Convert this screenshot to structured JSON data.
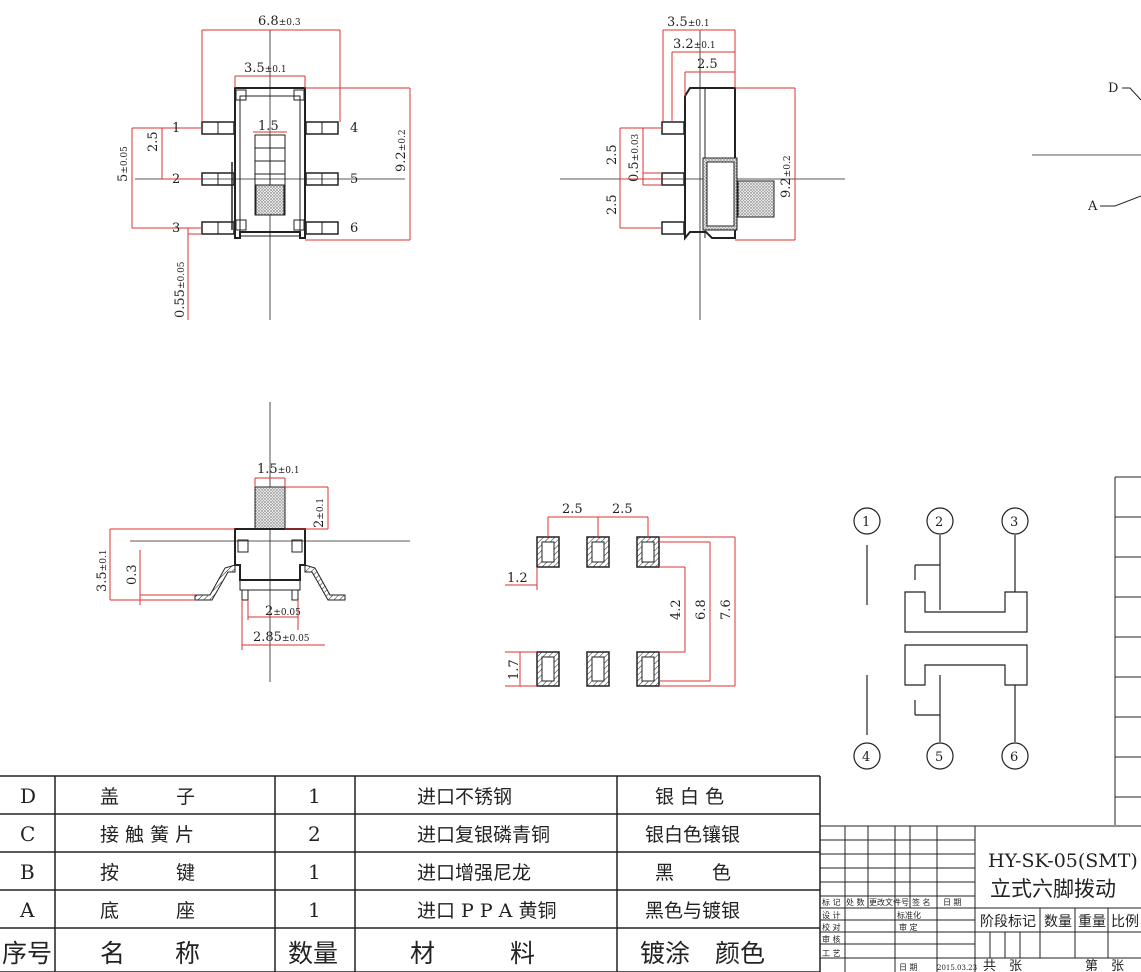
{
  "drawing": {
    "top_view": {
      "dim_width": "6.8",
      "dim_width_tol": "±0.3",
      "dim_inner": "3.5",
      "dim_inner_tol": "±0.1",
      "dim_knob": "1.5",
      "dim_pitch": "2.5",
      "dim_span": "5",
      "dim_span_tol": "±0.05",
      "dim_height": "9.2",
      "dim_height_tol": "±0.2",
      "dim_thick": "0.55",
      "dim_thick_tol": "±0.05",
      "pins_left": [
        "1",
        "2",
        "3"
      ],
      "pins_right": [
        "4",
        "5",
        "6"
      ]
    },
    "side_view": {
      "dim_a": "3.5",
      "dim_a_tol": "±0.1",
      "dim_b": "3.2",
      "dim_b_tol": "±0.1",
      "dim_c": "2.5",
      "dim_pitch1": "2.5",
      "dim_gap": "0.5",
      "dim_gap_tol": "±0.03",
      "dim_pitch2": "2.5",
      "dim_height": "9.2",
      "dim_height_tol": "±0.2"
    },
    "front_view": {
      "dim_knob_w": "1.5",
      "dim_knob_w_tol": "±0.1",
      "dim_knob_h": "2",
      "dim_knob_h_tol": "±0.1",
      "dim_height": "3.5",
      "dim_height_tol": "±0.1",
      "dim_lead": "0.3",
      "dim_foot": "2",
      "dim_foot_tol": "±0.05",
      "dim_foot2": "2.85",
      "dim_foot2_tol": "±0.05"
    },
    "pad_layout": {
      "dim_pitch_a": "2.5",
      "dim_pitch_b": "2.5",
      "dim_pad_w": "1.2",
      "dim_pad_h": "1.7",
      "dim_inner": "4.2",
      "dim_mid": "6.8",
      "dim_outer": "7.6"
    },
    "schematic": {
      "pins_top": [
        "1",
        "2",
        "3"
      ],
      "pins_bottom": [
        "4",
        "5",
        "6"
      ]
    },
    "callouts": [
      "D",
      "A"
    ]
  },
  "bom": {
    "rows": [
      {
        "id": "D",
        "name": "盖　　　子",
        "qty": "1",
        "material": "进口不锈钢",
        "finish": "银 白 色"
      },
      {
        "id": "C",
        "name": "接 触 簧 片",
        "qty": "2",
        "material": "进口复银磷青铜",
        "finish": "银白色镶银"
      },
      {
        "id": "B",
        "name": "按　　　键",
        "qty": "1",
        "material": "进口增强尼龙",
        "finish": "黑　　色"
      },
      {
        "id": "A",
        "name": "底　　　座",
        "qty": "1",
        "material": "进口 P P A 黄铜",
        "finish": "黑色与镀银"
      }
    ],
    "header": {
      "id": "序号",
      "name": "名　　称",
      "qty": "数量",
      "material": "材　　　料",
      "finish": "镀涂　颜色"
    }
  },
  "title_block": {
    "part_no": "HY-SK-05(SMT)",
    "part_name": "立式六脚拨动",
    "labels": {
      "mark": "标 记",
      "place": "处 数",
      "doc": "更改文件号",
      "sign": "签 名",
      "date": "日 期",
      "design": "设 计",
      "check": "校 对",
      "review": "审 核",
      "process": "工 艺",
      "standard": "标准化",
      "approve": "审 定",
      "date2": "日 期",
      "date_value": "2015.03.23"
    },
    "cols": {
      "stage": "阶段标记",
      "qty": "数量",
      "weight": "重量",
      "scale": "比例"
    },
    "total": "共　张",
    "sheet": "第　张"
  }
}
